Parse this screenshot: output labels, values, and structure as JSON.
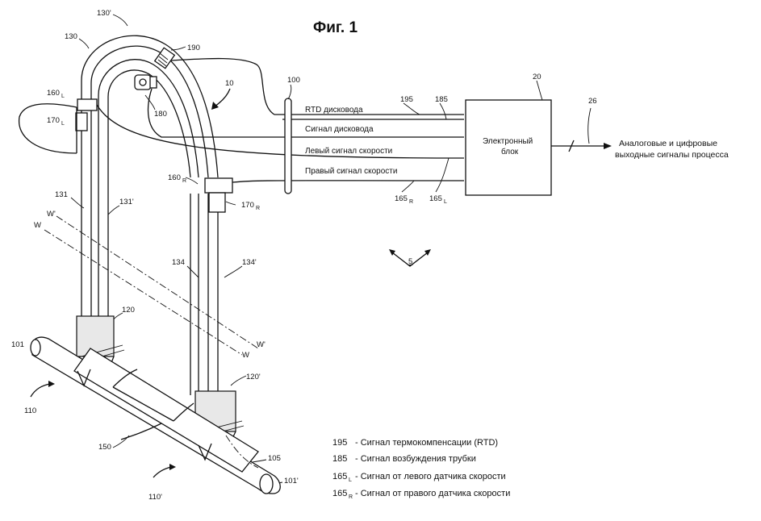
{
  "title": "Фиг. 1",
  "refs": {
    "r130p": "130'",
    "r130": "130",
    "r190": "190",
    "r10": "10",
    "r100": "100",
    "r195": "195",
    "r185": "185",
    "r20": "20",
    "r26": "26",
    "r160L": "160",
    "r170L": "170",
    "r180": "180",
    "r160R": "160",
    "r170R": "170",
    "r165R": "165",
    "r165L": "165",
    "r131": "131",
    "r131p": "131'",
    "rWp": "W'",
    "rW": "W",
    "r134": "134",
    "r134p": "134'",
    "r5": "5",
    "r120": "120",
    "r120p": "120'",
    "rWp2": "W'",
    "rW2": "W",
    "r101": "101",
    "r110": "110",
    "r150": "150",
    "r105": "105",
    "r101p": "101'",
    "r110p": "110'"
  },
  "subs": {
    "L": "L",
    "R": "R"
  },
  "signals": {
    "rtd": "RTD дисковода",
    "drive": "Сигнал дисковода",
    "left_velocity": "Левый сигнал скорости",
    "right_velocity": "Правый сигнал скорости"
  },
  "electronics": {
    "line1": "Электронный",
    "line2": "блок"
  },
  "outputs": {
    "line1": "Аналоговые и цифровые",
    "line2": "выходные сигналы процесса"
  },
  "legend": [
    {
      "code": "195",
      "sub": "",
      "text": "- Сигнал термокомпенсации (RTD)"
    },
    {
      "code": "185",
      "sub": "",
      "text": "- Сигнал возбуждения трубки"
    },
    {
      "code": "165",
      "sub": "L",
      "text": "- Сигнал от левого датчика скорости"
    },
    {
      "code": "165",
      "sub": "R",
      "text": "- Сигнал от правого датчика скорости"
    }
  ]
}
